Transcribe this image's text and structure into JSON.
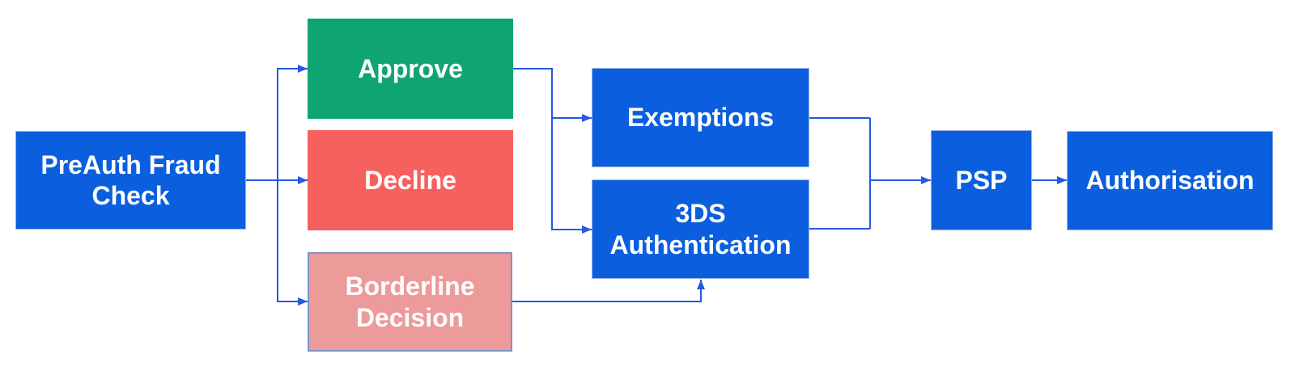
{
  "diagram": {
    "type": "flowchart",
    "background": "#FFFFFF",
    "connector_color": "#2459E0",
    "nodes": {
      "preauth": {
        "label": "PreAuth Fraud Check",
        "fill": "#0B5FDE",
        "text_color": "#FFFFFF"
      },
      "approve": {
        "label": "Approve",
        "fill": "#0FA573",
        "text_color": "#FFFFFF"
      },
      "decline": {
        "label": "Decline",
        "fill": "#F6605D",
        "text_color": "#FFFFFF"
      },
      "borderline": {
        "label": "Borderline Decision",
        "fill": "#EC9A9A",
        "border_color": "#7D93CC",
        "text_color": "#FFFFFF"
      },
      "exemptions": {
        "label": "Exemptions",
        "fill": "#0B5FDE",
        "text_color": "#FFFFFF"
      },
      "threeds": {
        "label": "3DS Authentication",
        "fill": "#0B5FDE",
        "text_color": "#FFFFFF"
      },
      "psp": {
        "label": "PSP",
        "fill": "#0B5FDE",
        "text_color": "#FFFFFF"
      },
      "authorisation": {
        "label": "Authorisation",
        "fill": "#0B5FDE",
        "text_color": "#FFFFFF"
      }
    },
    "edges": [
      {
        "from": "PreAuth Fraud Check",
        "to": "Approve"
      },
      {
        "from": "PreAuth Fraud Check",
        "to": "Decline"
      },
      {
        "from": "PreAuth Fraud Check",
        "to": "Borderline Decision"
      },
      {
        "from": "Approve",
        "to": "Exemptions"
      },
      {
        "from": "Approve",
        "to": "3DS Authentication"
      },
      {
        "from": "Borderline Decision",
        "to": "3DS Authentication"
      },
      {
        "from": "Exemptions",
        "to": "PSP"
      },
      {
        "from": "3DS Authentication",
        "to": "PSP"
      },
      {
        "from": "PSP",
        "to": "Authorisation"
      }
    ]
  }
}
